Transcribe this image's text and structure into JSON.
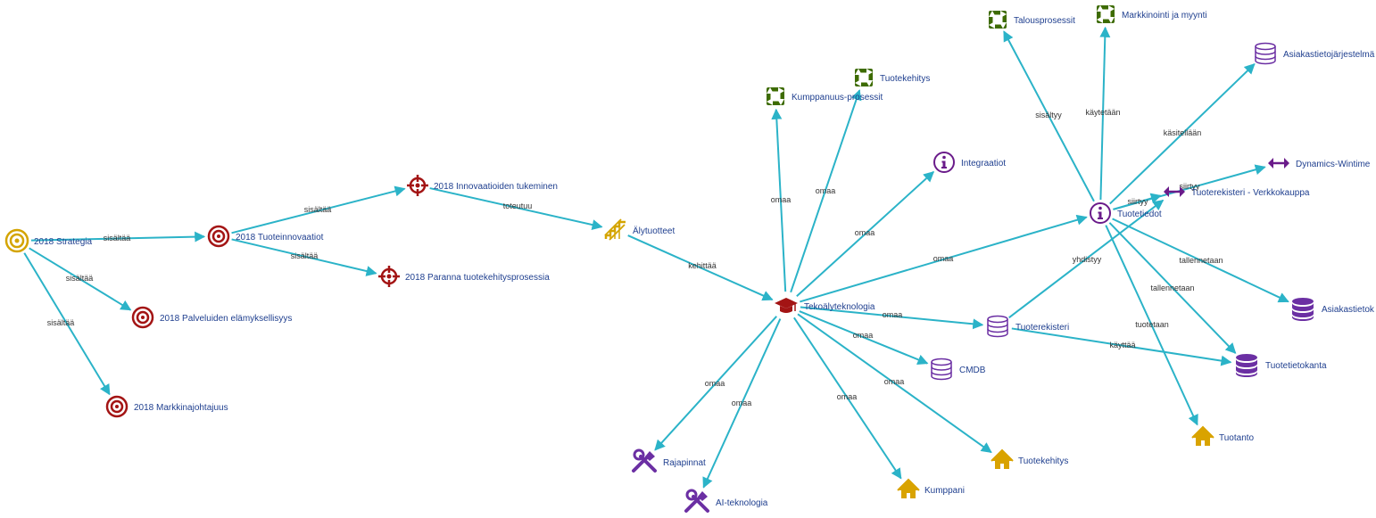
{
  "colors": {
    "edge": "#2bb3c8",
    "label_text": "#1f3f8f",
    "edge_label_text": "#333333",
    "strategy_gold": "#d4a400",
    "goal_red": "#a31414",
    "process_green": "#3d6b00",
    "info_purple": "#6a1b8a",
    "db_purple": "#6b2fa3",
    "house_gold": "#d9a300",
    "tool_purple": "#6b2fa3",
    "tech_red": "#a31414"
  },
  "nodes": [
    {
      "id": "strategia",
      "label": "2018 Strategia",
      "icon": "strategy-target-icon"
    },
    {
      "id": "tuoteinnovaatiot",
      "label": "2018 Tuoteinnovaatiot",
      "icon": "target-icon"
    },
    {
      "id": "palveluiden",
      "label": "2018 Palveluiden elämyksellisyys",
      "icon": "target-icon"
    },
    {
      "id": "markkinajohtajuus",
      "label": "2018 Markkinajohtajuus",
      "icon": "target-icon"
    },
    {
      "id": "innovaatioiden",
      "label": "2018 Innovaatioiden tukeminen",
      "icon": "crosshair-icon"
    },
    {
      "id": "paranna",
      "label": "2018 Paranna tuotekehitysprosessia",
      "icon": "crosshair-icon"
    },
    {
      "id": "alytuotteet",
      "label": "Älytuotteet",
      "icon": "stairs-icon"
    },
    {
      "id": "tekoaly",
      "label": "Tekoälyteknologia",
      "icon": "graduation-cap-icon"
    },
    {
      "id": "kumppanuus",
      "label": "Kumppanuus-prosessit",
      "icon": "process-cycle-icon"
    },
    {
      "id": "tuotekehitys_proc",
      "label": "Tuotekehitys",
      "icon": "process-cycle-icon"
    },
    {
      "id": "integraatiot",
      "label": "Integraatiot",
      "icon": "info-icon"
    },
    {
      "id": "tuotetiedot",
      "label": "Tuotetiedot",
      "icon": "info-icon"
    },
    {
      "id": "talousprosessit",
      "label": "Talousprosessit",
      "icon": "process-cycle-icon"
    },
    {
      "id": "markkinointi",
      "label": "Markkinointi ja myynti",
      "icon": "process-cycle-icon"
    },
    {
      "id": "asiakastietojarjestelma",
      "label": "Asiakastietojärjestelmä",
      "icon": "database-outline-icon"
    },
    {
      "id": "dynamics",
      "label": "Dynamics-Wintime",
      "icon": "double-arrow-icon"
    },
    {
      "id": "verkkokauppa",
      "label": "Tuoterekisteri - Verkkokauppa",
      "icon": "double-arrow-icon"
    },
    {
      "id": "asiakastietokanta",
      "label": "Asiakastietok",
      "icon": "database-filled-icon"
    },
    {
      "id": "tuotetietokanta",
      "label": "Tuotetietokanta",
      "icon": "database-filled-icon"
    },
    {
      "id": "tuoterekisteri",
      "label": "Tuoterekisteri",
      "icon": "database-outline-icon"
    },
    {
      "id": "cmdb",
      "label": "CMDB",
      "icon": "database-outline-icon"
    },
    {
      "id": "tuotanto",
      "label": "Tuotanto",
      "icon": "house-icon"
    },
    {
      "id": "tuotekehitys_house",
      "label": "Tuotekehitys",
      "icon": "house-icon"
    },
    {
      "id": "kumppani",
      "label": "Kumppani",
      "icon": "house-icon"
    },
    {
      "id": "rajapinnat",
      "label": "Rajapinnat",
      "icon": "tools-icon"
    },
    {
      "id": "ai_teknologia",
      "label": "AI-teknologia",
      "icon": "tools-icon"
    }
  ],
  "edges": [
    {
      "from": "strategia",
      "to": "tuoteinnovaatiot",
      "label": "sisältää"
    },
    {
      "from": "strategia",
      "to": "palveluiden",
      "label": "sisältää"
    },
    {
      "from": "strategia",
      "to": "markkinajohtajuus",
      "label": "sisältää"
    },
    {
      "from": "tuoteinnovaatiot",
      "to": "innovaatioiden",
      "label": "sisältää"
    },
    {
      "from": "tuoteinnovaatiot",
      "to": "paranna",
      "label": "sisältää"
    },
    {
      "from": "innovaatioiden",
      "to": "alytuotteet",
      "label": "toteutuu"
    },
    {
      "from": "alytuotteet",
      "to": "tekoaly",
      "label": "kehittää"
    },
    {
      "from": "tekoaly",
      "to": "kumppanuus",
      "label": "omaa"
    },
    {
      "from": "tekoaly",
      "to": "tuotekehitys_proc",
      "label": "omaa"
    },
    {
      "from": "tekoaly",
      "to": "integraatiot",
      "label": "omaa"
    },
    {
      "from": "tekoaly",
      "to": "tuotetiedot",
      "label": "omaa"
    },
    {
      "from": "tekoaly",
      "to": "tuoterekisteri",
      "label": "omaa"
    },
    {
      "from": "tekoaly",
      "to": "cmdb",
      "label": "omaa"
    },
    {
      "from": "tekoaly",
      "to": "tuotekehitys_house",
      "label": "omaa"
    },
    {
      "from": "tekoaly",
      "to": "kumppani",
      "label": "omaa"
    },
    {
      "from": "tekoaly",
      "to": "rajapinnat",
      "label": "omaa"
    },
    {
      "from": "tekoaly",
      "to": "ai_teknologia",
      "label": "omaa"
    },
    {
      "from": "tuotetiedot",
      "to": "talousprosessit",
      "label": "sisältyy"
    },
    {
      "from": "tuotetiedot",
      "to": "markkinointi",
      "label": "käytetään"
    },
    {
      "from": "tuotetiedot",
      "to": "asiakastietojarjestelma",
      "label": "käsitellään"
    },
    {
      "from": "tuotetiedot",
      "to": "dynamics",
      "label": "siirtyy"
    },
    {
      "from": "tuotetiedot",
      "to": "verkkokauppa",
      "label": "siirtyy"
    },
    {
      "from": "tuotetiedot",
      "to": "asiakastietokanta",
      "label": "tallennetaan"
    },
    {
      "from": "tuotetiedot",
      "to": "tuotetietokanta",
      "label": "tallennetaan"
    },
    {
      "from": "tuotetiedot",
      "to": "tuotanto",
      "label": "tuotetaan"
    },
    {
      "from": "tuoterekisteri",
      "to": "verkkokauppa",
      "label": "yhdistyy"
    },
    {
      "from": "tuoterekisteri",
      "to": "tuotetietokanta",
      "label": "käyttää"
    }
  ]
}
